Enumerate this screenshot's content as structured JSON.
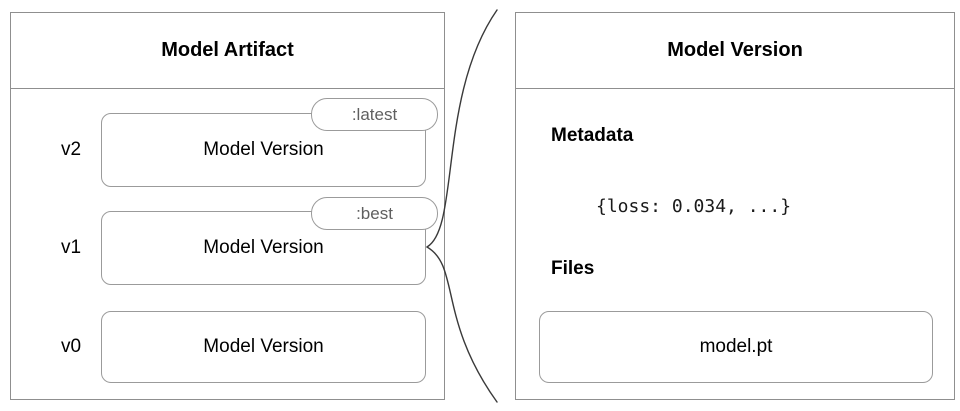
{
  "left_panel": {
    "title": "Model Artifact",
    "rows": [
      {
        "version": "v2",
        "label": "Model Version",
        "tag": ":latest"
      },
      {
        "version": "v1",
        "label": "Model Version",
        "tag": ":best"
      },
      {
        "version": "v0",
        "label": "Model Version"
      }
    ]
  },
  "right_panel": {
    "title": "Model Version",
    "metadata_heading": "Metadata",
    "metadata_value": "{loss: 0.034, ...}",
    "files_heading": "Files",
    "file_name": "model.pt"
  },
  "colors": {
    "panel_border": "#8f8f8f",
    "box_border": "#9b9b9b",
    "tag_text": "#5f5f5f",
    "text": "#000000"
  }
}
